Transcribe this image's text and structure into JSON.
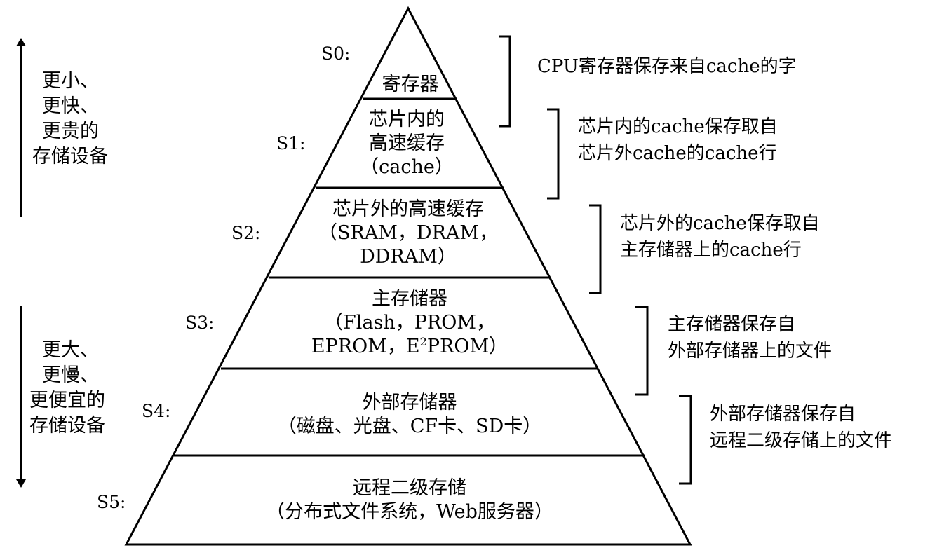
{
  "levels": [
    {
      "id": "S0",
      "label": "S0:",
      "lines": [
        "寄存器"
      ],
      "desc": [
        "CPU寄存器保存来自cache的字"
      ]
    },
    {
      "id": "S1",
      "label": "S1:",
      "lines": [
        "芯片内的",
        "高速缓存",
        "（cache）"
      ],
      "desc": [
        "芯片内的cache保存取自",
        "芯片外cache的cache行"
      ]
    },
    {
      "id": "S2",
      "label": "S2:",
      "lines": [
        "芯片外的高速缓存",
        "（SRAM，DRAM，",
        "DDRAM）"
      ],
      "desc": [
        "芯片外的cache保存取自",
        "主存储器上的cache行"
      ]
    },
    {
      "id": "S3",
      "label": "S3:",
      "lines": [
        "主存储器",
        "（Flash，PROM，",
        "EPROM，E",
        "2",
        "PROM）"
      ],
      "desc": [
        "主存储器保存自",
        "外部存储器上的文件"
      ]
    },
    {
      "id": "S4",
      "label": "S4:",
      "lines": [
        "外部存储器",
        "（磁盘、光盘、CF卡、SD卡）"
      ],
      "desc": [
        "外部存储器保存自",
        "远程二级存储上的文件"
      ]
    },
    {
      "id": "S5",
      "label": "S5:",
      "lines": [
        "远程二级存储",
        "（分布式文件系统，Web服务器）"
      ]
    }
  ],
  "side_top": [
    "更小、",
    "更快、",
    "更贵的",
    "存储设备"
  ],
  "side_bottom": [
    "更大、",
    "更慢、",
    "更便宜的",
    "存储设备"
  ]
}
